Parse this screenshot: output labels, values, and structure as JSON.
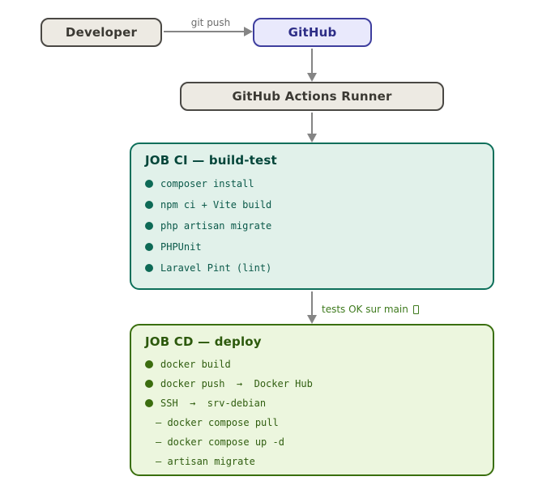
{
  "diagram": {
    "nodes": {
      "developer": {
        "label": "Developer"
      },
      "github": {
        "label": "GitHub"
      },
      "runner": {
        "label": "GitHub Actions Runner"
      },
      "job_ci": {
        "title": "JOB CI — build-test",
        "items": [
          "composer install",
          "npm ci + Vite build",
          "php artisan migrate",
          "PHPUnit",
          "Laravel Pint (lint)"
        ]
      },
      "job_cd": {
        "title": "JOB CD — deploy",
        "items": [
          "docker build",
          "docker push  →  Docker Hub",
          "SSH  →  srv-debian"
        ],
        "sub_items": [
          "— docker compose pull",
          "— docker compose up -d",
          "— artisan migrate"
        ]
      }
    },
    "edges": {
      "developer_to_github": {
        "label": "git push"
      },
      "ci_to_cd": {
        "label": "tests OK sur main"
      }
    },
    "colors": {
      "cream_node_fill": "#edeae3",
      "cream_node_border": "#4a4844",
      "github_fill": "#e9e9fc",
      "github_border": "#3e3e9e",
      "ci_fill": "#e1f1ea",
      "ci_border": "#0d6f5a",
      "cd_fill": "#ecf6de",
      "cd_border": "#3a6f0e",
      "arrow_gray": "#858585",
      "tests_ok_green": "#3e7a1d"
    }
  }
}
